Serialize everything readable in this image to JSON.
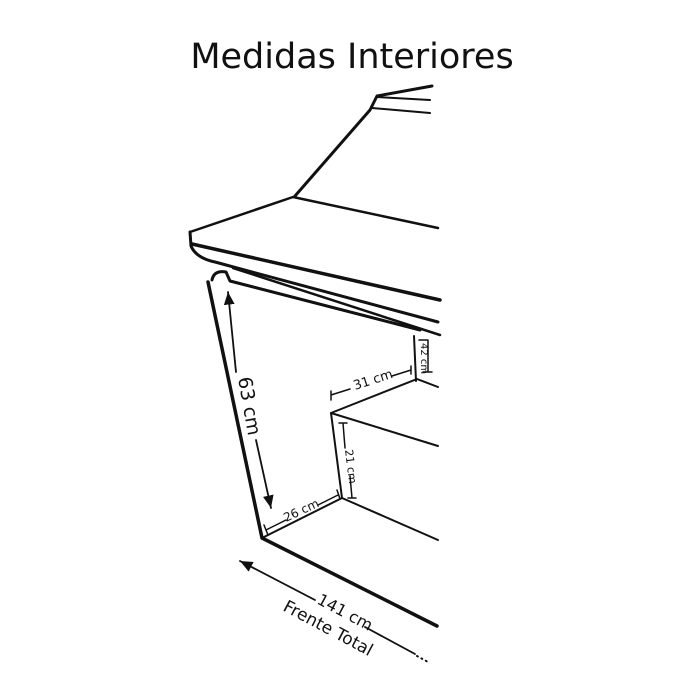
{
  "title": "Medidas Interiores",
  "dimensions": {
    "height_left": "63 cm",
    "back_upper": "42 cm",
    "step_depth": "31 cm",
    "step_height": "21 cm",
    "bottom_depth": "26 cm",
    "front_length": "141 cm",
    "front_label": "Frente Total"
  }
}
